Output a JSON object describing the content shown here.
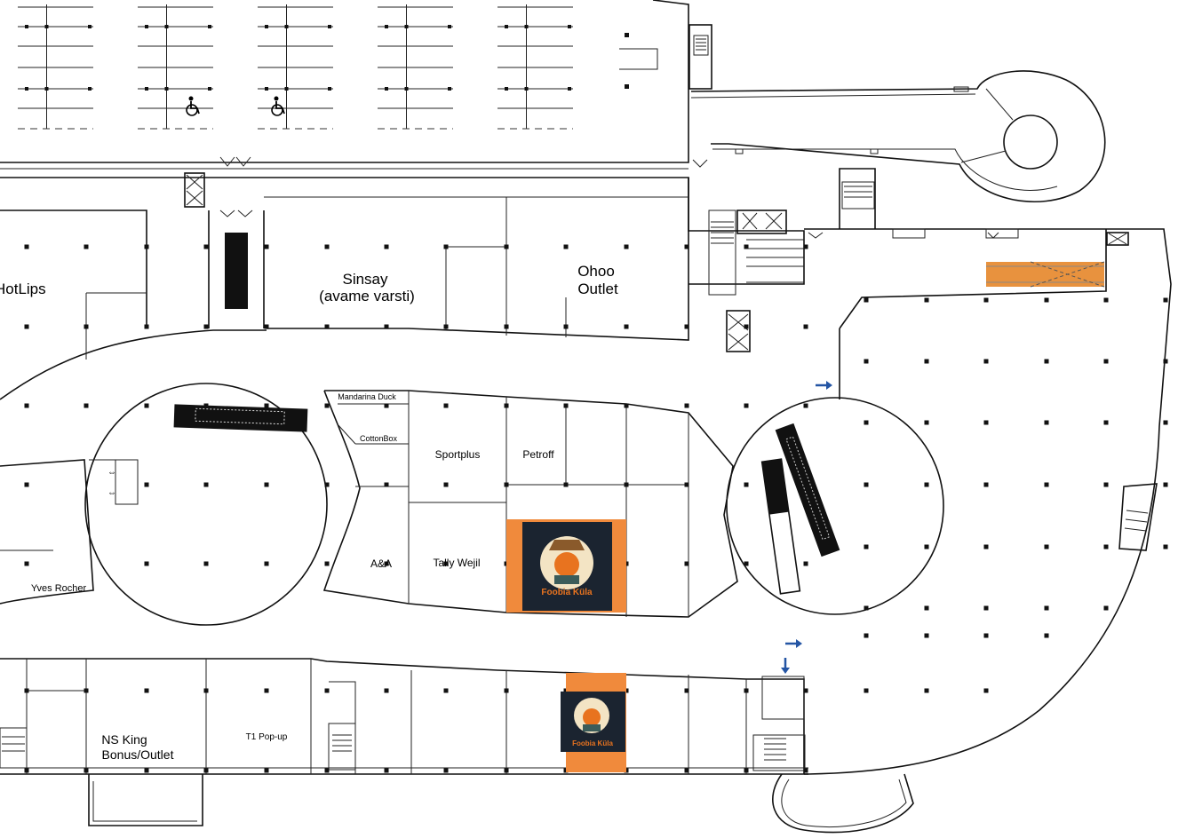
{
  "stores": {
    "hotlips": "HotLips",
    "sinsay_1": "Sinsay",
    "sinsay_2": "(avame varsti)",
    "ohoo_1": "Ohoo",
    "ohoo_2": "Outlet",
    "mandarina": "Mandarina Duck",
    "cottonbox": "CottonBox",
    "sportplus": "Sportplus",
    "petroff": "Petroff",
    "tally": "Tally Wejil",
    "aa": "A&A",
    "yves": "Yves Rocher",
    "nsking_1": "NS King",
    "nsking_2": "Bonus/Outlet",
    "t1": "T1 Pop-up"
  },
  "highlight": {
    "brand": "Foobia Küla",
    "fill_color": "#f08a3c",
    "dark_color": "#1b2430",
    "escalator_color": "#e8923e"
  },
  "icons": [
    "wheelchair-icon",
    "stairs-icon",
    "elevator-icon",
    "escalator-icon",
    "direction-arrow-icon"
  ]
}
